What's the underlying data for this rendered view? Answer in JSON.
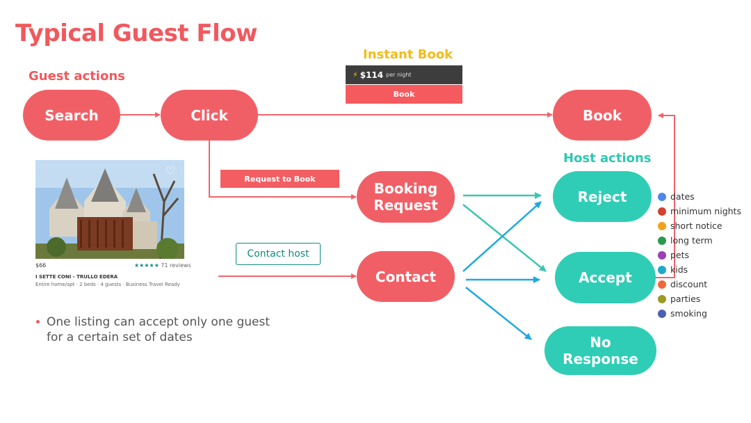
{
  "title": "Typical Guest Flow",
  "guest_actions_label": "Guest actions",
  "host_actions_label": "Host actions",
  "instant_book": {
    "label": "Instant Book",
    "price": "$114",
    "per_night": "per night",
    "book_button": "Book"
  },
  "nodes": {
    "search": "Search",
    "click": "Click",
    "book": "Book",
    "booking_request": "Booking\nRequest",
    "contact": "Contact",
    "reject": "Reject",
    "accept": "Accept",
    "no_response": "No\nResponse"
  },
  "request_to_book_button": "Request to Book",
  "contact_host_button": "Contact host",
  "listing": {
    "price": "$66",
    "stars": "★★★★★",
    "reviews": "71 reviews",
    "name": "I SETTE CONI - TRULLO EDERA",
    "details": "Entire home/apt · 2 beds · 4 guests · Business Travel Ready"
  },
  "bullet": "One listing can accept only one guest for a certain set of dates",
  "legend": [
    {
      "label": "dates",
      "color": "#4f86e8"
    },
    {
      "label": "minimum nights",
      "color": "#d3412f"
    },
    {
      "label": "short notice",
      "color": "#f1a21d"
    },
    {
      "label": "long term",
      "color": "#2a9a4d"
    },
    {
      "label": "pets",
      "color": "#9c3fb3"
    },
    {
      "label": "kids",
      "color": "#1fa8c9"
    },
    {
      "label": "discount",
      "color": "#f0693b"
    },
    {
      "label": "parties",
      "color": "#9a9a26"
    },
    {
      "label": "smoking",
      "color": "#4c5fb3"
    }
  ],
  "colors": {
    "guest_node": "#f15f66",
    "host_node": "#2fcdb6",
    "red_arrow": "#f0636a",
    "teal_arrow": "#3cc6b1",
    "blue_arrow": "#1ea8e2"
  }
}
